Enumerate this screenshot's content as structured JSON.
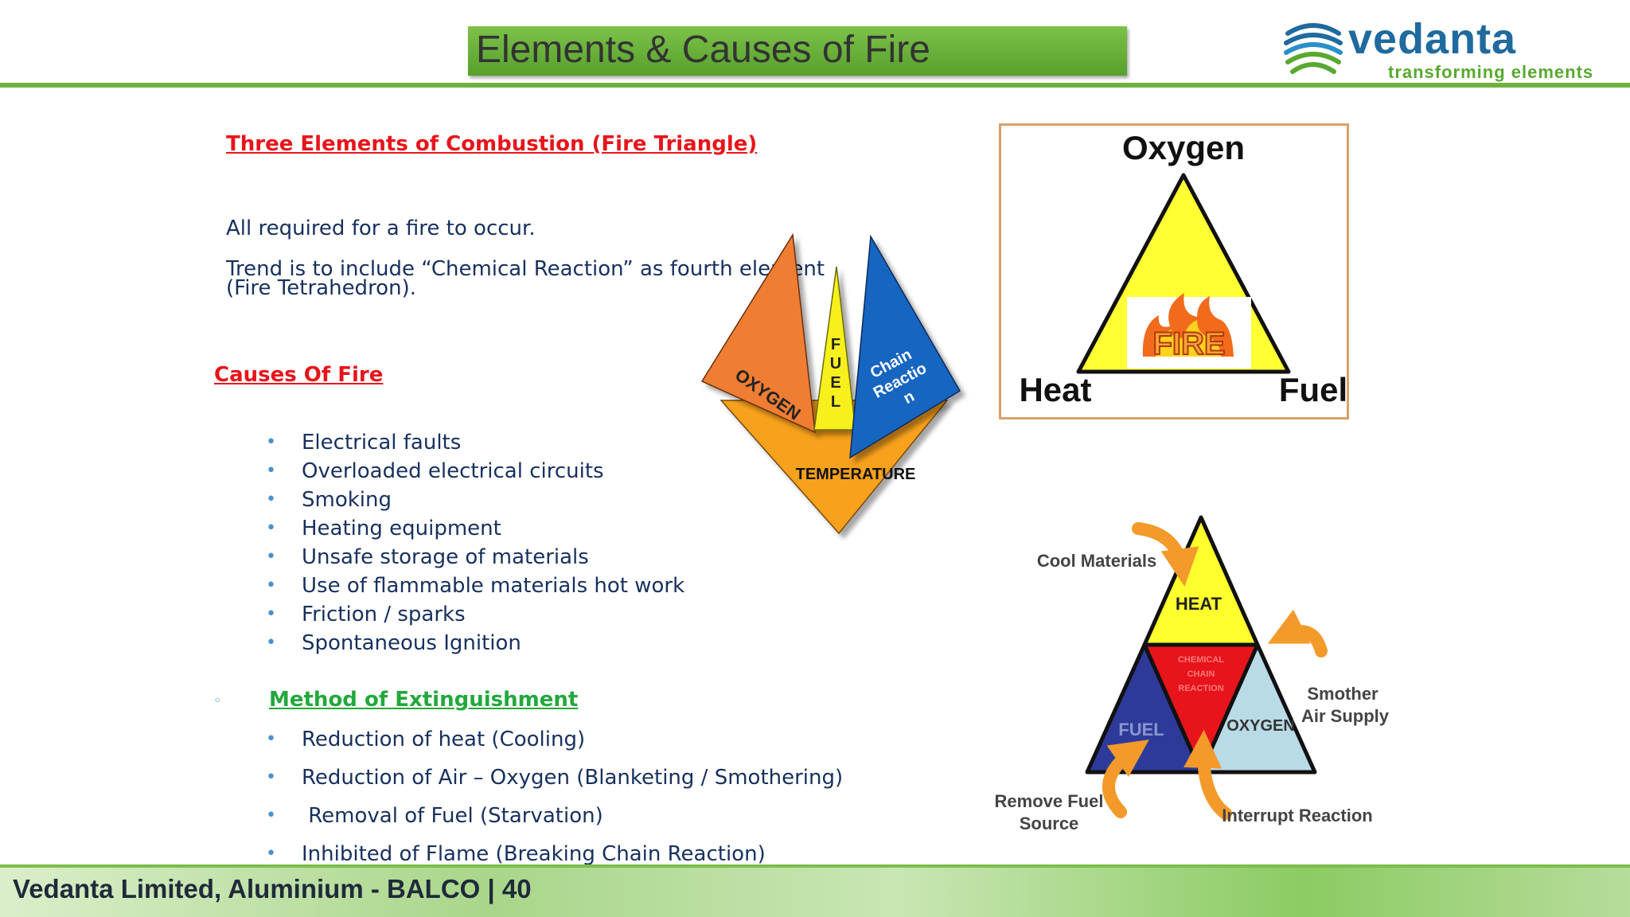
{
  "header": {
    "title": "Elements & Causes of Fire",
    "logo_word": "vedanta",
    "logo_tagline": "transforming elements"
  },
  "combustion": {
    "heading": "Three Elements of Combustion (Fire Triangle)",
    "required": "All required for a fire to occur.",
    "trend": "Trend is to include “Chemical Reaction” as fourth element (Fire Tetrahedron)."
  },
  "causes": {
    "heading": "Causes Of Fire",
    "items": [
      "Electrical faults",
      "Overloaded electrical circuits",
      "Smoking",
      "Heating equipment",
      "Unsafe storage of materials",
      "Use of flammable materials hot work",
      "Friction / sparks",
      "Spontaneous Ignition"
    ]
  },
  "extinguishment": {
    "heading": "Method of Extinguishment",
    "items": [
      "Reduction of heat (Cooling)",
      "Reduction of Air – Oxygen (Blanketing / Smothering)",
      " Removal of Fuel (Starvation)",
      "Inhibited of Flame (Breaking Chain Reaction)"
    ]
  },
  "tetrahedron": {
    "oxygen": "OXYGEN",
    "fuel_letters": [
      "F",
      "U",
      "E",
      "L"
    ],
    "chain_lines": [
      "Chain",
      "Reactio",
      "n"
    ],
    "temperature": "TEMPERATURE",
    "colors": {
      "oxygen": "#ef7d31",
      "fuel": "#f7f01a",
      "chain": "#1565c0",
      "temperature": "#f7a11a"
    }
  },
  "fire_triangle": {
    "top": "Oxygen",
    "left": "Heat",
    "right": "Fuel",
    "center": "FIRE",
    "colors": {
      "triangle": "#ffff33",
      "flame": "#f26b1d"
    }
  },
  "extinguish_diagram": {
    "heat": "HEAT",
    "fuel": "FUEL",
    "oxygen": "OXYGEN",
    "center_lines": [
      "CHEMICAL",
      "CHAIN",
      "REACTION"
    ],
    "cool": "Cool  Materials",
    "smother_lines": [
      "Smother",
      "Air Supply"
    ],
    "remove_lines": [
      "Remove Fuel",
      "Source"
    ],
    "interrupt": "Interrupt Reaction",
    "colors": {
      "heat": "#ffff2e",
      "fuel": "#2e3a9a",
      "oxygen": "#b9dbe6",
      "center": "#e8141b",
      "arrow": "#f39a2b"
    }
  },
  "footer": {
    "text": "Vedanta Limited, Aluminium - BALCO | 40"
  }
}
